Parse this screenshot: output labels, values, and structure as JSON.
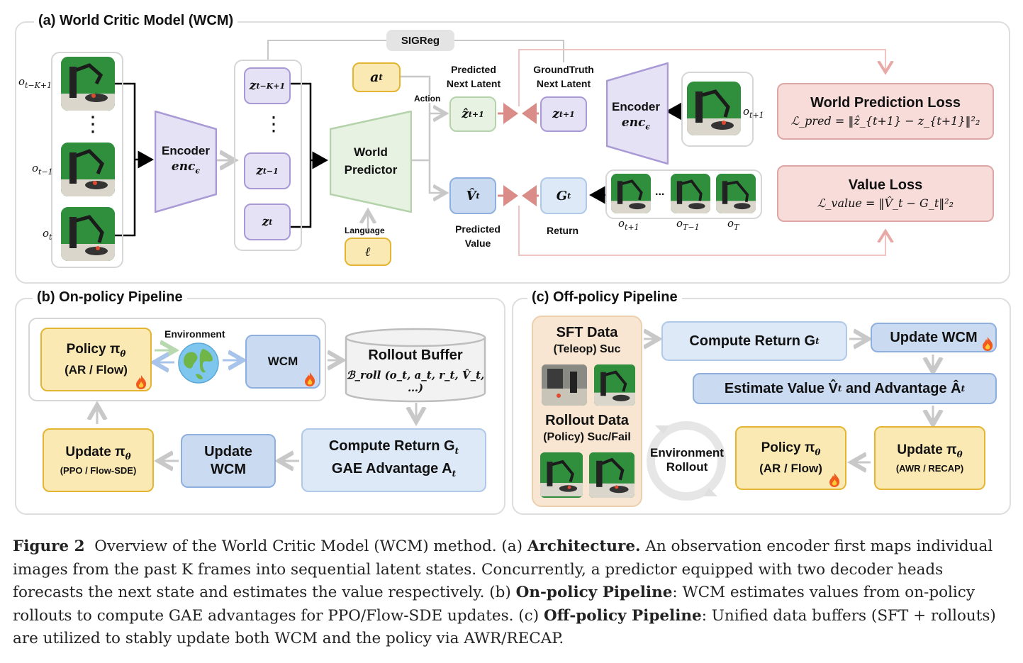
{
  "panel_a": {
    "title": "(a) World Critic Model (WCM)",
    "sigreg": "SIGReg",
    "obs_labels": [
      "o",
      "o",
      "o"
    ],
    "obs_subs": [
      "t−K+1",
      "t−1",
      "t"
    ],
    "dots": "⋮",
    "encoder1": {
      "line1": "Encoder",
      "line2": "enc",
      "sub": "ϵ"
    },
    "latents": [
      {
        "base": "z",
        "sub": "t−K+1"
      },
      {
        "base": "z",
        "sub": "t−1"
      },
      {
        "base": "z",
        "sub": "t"
      }
    ],
    "action_box": {
      "base": "a",
      "sub": "t"
    },
    "action_label": "Action",
    "world_predictor": {
      "line1": "World",
      "line2": "Predictor"
    },
    "language_label": "Language",
    "language_symbol": "ℓ",
    "predicted_next_latent": {
      "line1": "Predicted",
      "line2": "Next Latent"
    },
    "zhat_box": {
      "base": "ẑ",
      "sub": "t+1"
    },
    "gt_next_latent": {
      "line1": "GroundTruth",
      "line2": "Next Latent"
    },
    "z_next_box": {
      "base": "z",
      "sub": "t+1"
    },
    "encoder2": {
      "line1": "Encoder",
      "line2": "enc",
      "sub": "ϵ"
    },
    "obs_next": {
      "base": "o",
      "sub": "t+1"
    },
    "vhat_box": {
      "base": "V̂",
      "sub": "t"
    },
    "predicted_value": {
      "line1": "Predicted",
      "line2": "Value"
    },
    "g_box": {
      "base": "G",
      "sub": "t"
    },
    "return_label": "Return",
    "ellipsis": "...",
    "rollout_labels": [
      {
        "base": "o",
        "sub": "t+1"
      },
      {
        "base": "o",
        "sub": "T−1"
      },
      {
        "base": "o",
        "sub": "T"
      }
    ],
    "world_loss": {
      "title": "World Prediction Loss",
      "formula": "ℒ_pred = ‖ẑ_{t+1} − z_{t+1}‖²₂"
    },
    "value_loss": {
      "title": "Value Loss",
      "formula": "ℒ_value = ‖V̂_t − G_t‖²₂"
    }
  },
  "panel_b": {
    "title": "(b) On-policy Pipeline",
    "policy": {
      "line1": "Policy π",
      "sub": "θ",
      "line2": "(AR / Flow)"
    },
    "environment": "Environment",
    "wcm": "WCM",
    "rollout_buffer": {
      "title": "Rollout Buffer",
      "formula": "ℬ_roll (o_t, a_t, r_t, V̂_t, …)"
    },
    "compute": {
      "line1": "Compute Return G",
      "sub1": "t",
      "line2": "GAE Advantage A",
      "sub2": "t"
    },
    "update_wcm": {
      "line1": "Update",
      "line2": "WCM"
    },
    "update_policy": {
      "line1": "Update π",
      "sub": "θ",
      "line2": "(PPO / Flow-SDE)"
    }
  },
  "panel_c": {
    "title": "(c) Off-policy Pipeline",
    "sft": {
      "line1": "SFT Data",
      "line2": "(Teleop) Suc"
    },
    "rollout": {
      "line1": "Rollout Data",
      "line2": "(Policy) Suc/Fail"
    },
    "compute_return": {
      "text": "Compute Return G",
      "sub": "t"
    },
    "update_wcm": "Update WCM",
    "estimate": {
      "text": "Estimate Value V̂",
      "sub": "t",
      "mid": " and Advantage Â",
      "sub2": "t"
    },
    "environment_rollout": {
      "line1": "Environment",
      "line2": "Rollout"
    },
    "policy": {
      "line1": "Policy π",
      "sub": "θ",
      "line2": "(AR / Flow)"
    },
    "update_policy": {
      "line1": "Update π",
      "sub": "θ",
      "line2": "(AWR / RECAP)"
    }
  },
  "caption": {
    "fig": "Figure 2",
    "intro": "Overview of the World Critic Model (WCM) method. (a) ",
    "b1": "Architecture.",
    "t1": " An observation encoder first maps individual images from the past K frames into sequential latent states. Concurrently, a predictor equipped with two decoder heads forecasts the next state and estimates the value respectively. (b) ",
    "b2": "On-policy Pipeline",
    "t2": ": WCM estimates values from on-policy rollouts to compute GAE advantages for PPO/Flow-SDE updates. (c) ",
    "b3": "Off-policy Pipeline",
    "t3": ": Unified data buffers (SFT + rollouts) are utilized to stably update both WCM and the policy via AWR/RECAP."
  },
  "colors": {
    "yellow": "#fbe9b4",
    "purple": "#e6e2f5",
    "green": "#e7f2e3",
    "blue": "#c9daf1",
    "pink": "#f8dcda",
    "fire": "#f05a1e"
  }
}
